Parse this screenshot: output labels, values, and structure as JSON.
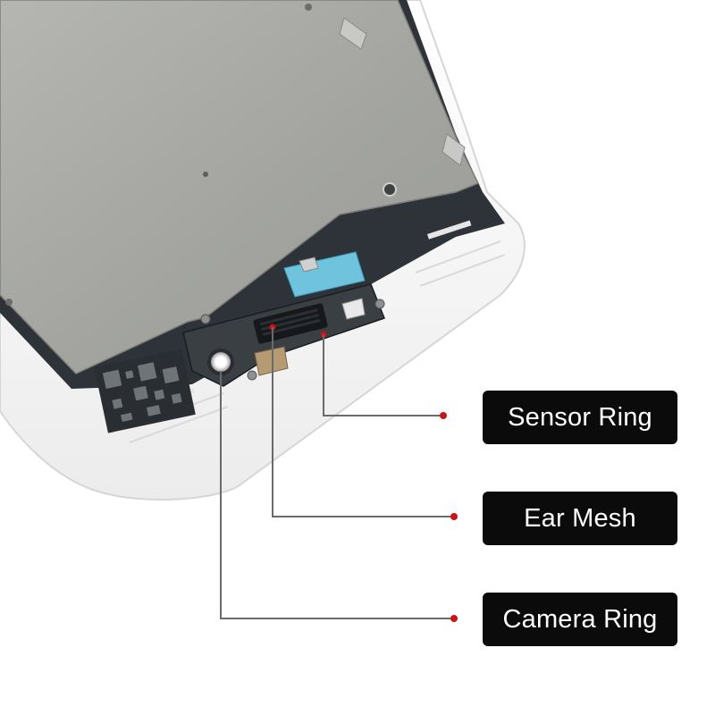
{
  "callouts": {
    "sensor_ring": "Sensor Ring",
    "ear_mesh": "Ear Mesh",
    "camera_ring": "Camera Ring"
  },
  "colors": {
    "background": "#ffffff",
    "label_bg": "#0b0b0b",
    "label_text": "#ffffff",
    "leader_line": "#6a6a6a",
    "marker_dot": "#c81414",
    "metal_plate": "#a9aaa6",
    "frame_white": "#f7f7f7",
    "sticker_blue": "#6fc3dd"
  },
  "icons": [
    "phone-screen-assembly-photo"
  ]
}
